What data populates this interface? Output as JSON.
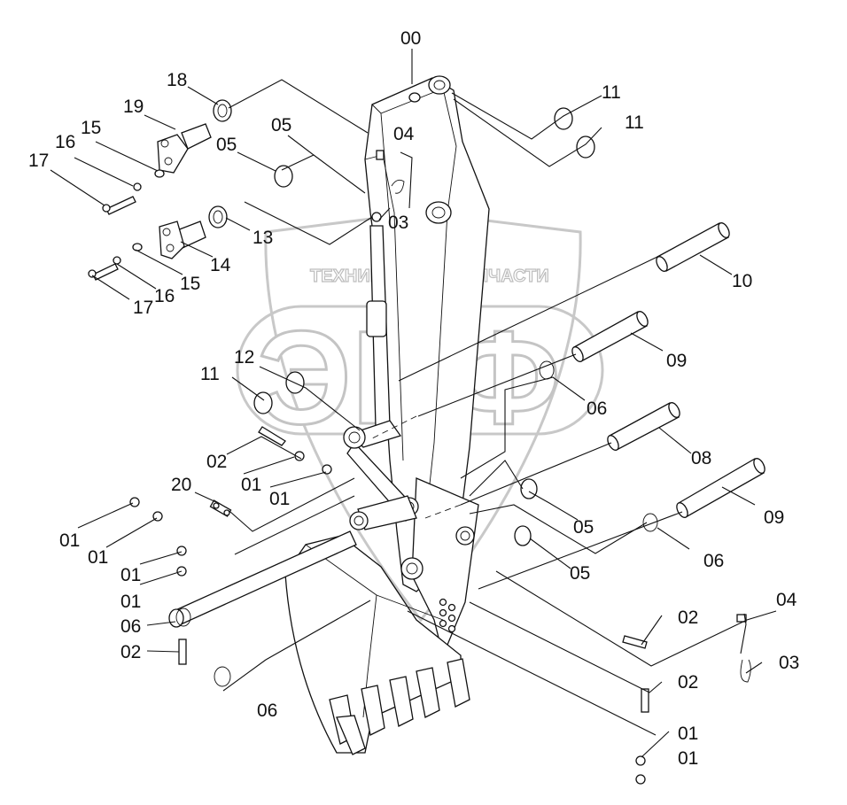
{
  "watermark": {
    "left_text": "ТЕХНИКА",
    "right_text": "ЗАПЧАСТИ",
    "big_letters": "ЭПФ",
    "gear_icon": "gear-icon"
  },
  "callouts": {
    "c00": "00",
    "c18": "18",
    "c19": "19",
    "c15a": "15",
    "c16a": "16",
    "c17a": "17",
    "c05a": "05",
    "c05b": "05",
    "c04a": "04",
    "c03a": "03",
    "c11a": "11",
    "c11b": "11",
    "c13": "13",
    "c14": "14",
    "c15b": "15",
    "c16b": "16",
    "c17b": "17",
    "c10": "10",
    "c09a": "09",
    "c12": "12",
    "c11c": "11",
    "c06a": "06",
    "c02a": "02",
    "c01a": "01",
    "c01b": "01",
    "c08": "08",
    "c20": "20",
    "c09b": "09",
    "c05c": "05",
    "c01c": "01",
    "c01d": "01",
    "c06b": "06",
    "c05d": "05",
    "c01e": "01",
    "c01f": "01",
    "c06c": "06",
    "c02b": "02",
    "c02c": "02",
    "c04b": "04",
    "c03b": "03",
    "c02d": "02",
    "c06d": "06",
    "c01g": "01",
    "c01h": "01"
  }
}
